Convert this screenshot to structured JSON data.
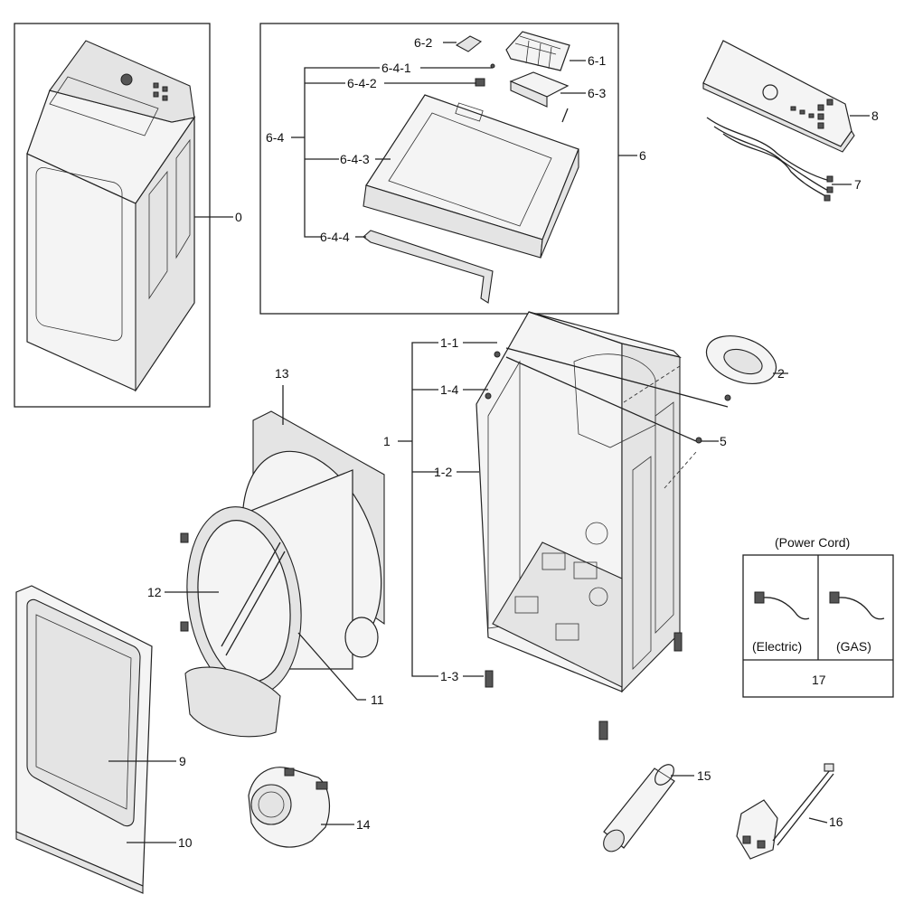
{
  "labels": {
    "p0": "0",
    "p6": "6",
    "p6_1": "6-1",
    "p6_2": "6-2",
    "p6_3": "6-3",
    "p6_4": "6-4",
    "p6_4_1": "6-4-1",
    "p6_4_2": "6-4-2",
    "p6_4_3": "6-4-3",
    "p6_4_4": "6-4-4",
    "p7": "7",
    "p8": "8",
    "p1": "1",
    "p1_1": "1-1",
    "p1_2": "1-2",
    "p1_3": "1-3",
    "p1_4": "1-4",
    "p2": "2",
    "p5": "5",
    "p9": "9",
    "p10": "10",
    "p11": "11",
    "p12": "12",
    "p13": "13",
    "p14": "14",
    "p15": "15",
    "p16": "16",
    "p17": "17"
  },
  "power_cord": {
    "title": "(Power Cord)",
    "electric": "(Electric)",
    "gas": "(GAS)"
  }
}
